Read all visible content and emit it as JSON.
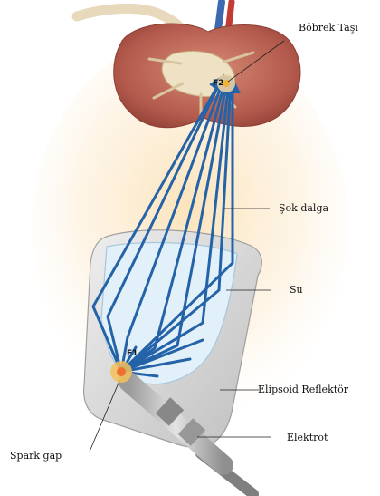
{
  "labels": {
    "kidney_stone": "Böbrek Taşı",
    "shock_wave": "Şok dalga",
    "water": "Su",
    "reflector": "Elipsoid Reflektör",
    "electrode": "Elektrot",
    "spark_gap": "Spark gap",
    "focus_f1": "F1",
    "focus_f2": "F2"
  },
  "colors": {
    "wave": "#2563a8",
    "kidney": "#b35a4c",
    "water": "#d7eaf6",
    "reflector": "#d8d8d8",
    "glow": "#f6d7a6"
  }
}
